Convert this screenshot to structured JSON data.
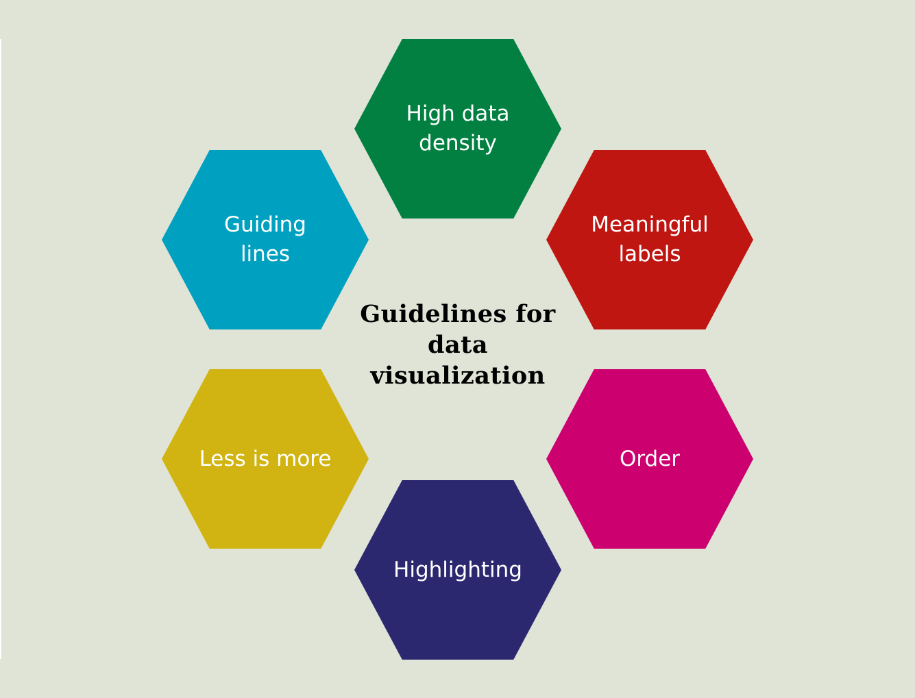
{
  "title": "Guidelines for\ndata\nvisualization",
  "background_color": "#dfe4d6",
  "hexagons": [
    {
      "label": "High data\ndensity",
      "color": "#028042"
    },
    {
      "label": "Guiding\nlines",
      "color": "#00a0c0"
    },
    {
      "label": "Meaningful\nlabels",
      "color": "#bf1612"
    },
    {
      "label": "Less is more",
      "color": "#d1b411"
    },
    {
      "label": "Order",
      "color": "#cc006f"
    },
    {
      "label": "Highlighting",
      "color": "#2c2870"
    }
  ]
}
